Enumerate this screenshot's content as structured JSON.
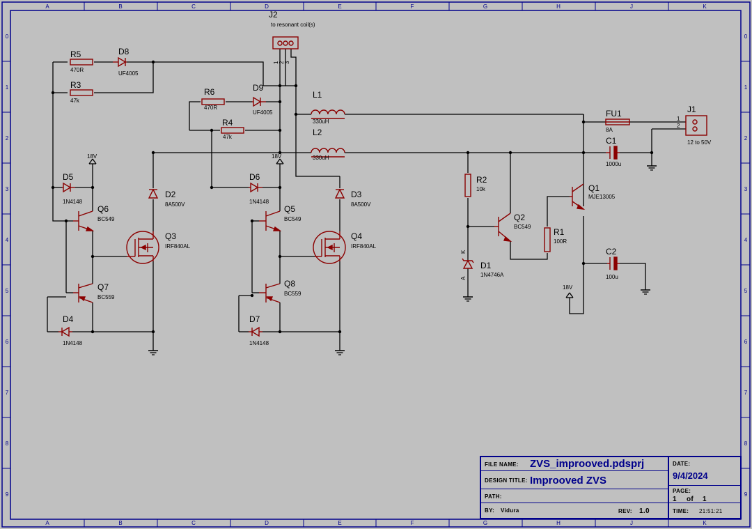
{
  "frame": {
    "columns": [
      "A",
      "B",
      "C",
      "D",
      "E",
      "F",
      "G",
      "H",
      "J",
      "K"
    ],
    "rows": [
      "0",
      "1",
      "2",
      "3",
      "4",
      "5",
      "6",
      "7",
      "8",
      "9"
    ]
  },
  "components": {
    "j2": {
      "ref": "J2",
      "desc": "to resonant coil(s)",
      "pins": [
        "1",
        "2",
        "3"
      ]
    },
    "r5": {
      "ref": "R5",
      "value": "470R"
    },
    "d8": {
      "ref": "D8",
      "value": "UF4005"
    },
    "r3": {
      "ref": "R3",
      "value": "47k"
    },
    "r6": {
      "ref": "R6",
      "value": "470R"
    },
    "d9": {
      "ref": "D9",
      "value": "UF4005"
    },
    "r4": {
      "ref": "R4",
      "value": "47k"
    },
    "l1": {
      "ref": "L1",
      "value": "330uH"
    },
    "l2": {
      "ref": "L2",
      "value": "330uH"
    },
    "fu1": {
      "ref": "FU1",
      "value": "8A"
    },
    "c1": {
      "ref": "C1",
      "value": "1000u"
    },
    "j1": {
      "ref": "J1",
      "value": "12 to 50V",
      "pins": [
        "1",
        "2"
      ]
    },
    "d5": {
      "ref": "D5",
      "value": "1N4148"
    },
    "q6": {
      "ref": "Q6",
      "value": "BC549"
    },
    "d2": {
      "ref": "D2",
      "value": "8A500V"
    },
    "q3": {
      "ref": "Q3",
      "value": "IRF840AL"
    },
    "q7": {
      "ref": "Q7",
      "value": "BC559"
    },
    "d4": {
      "ref": "D4",
      "value": "1N4148"
    },
    "d6": {
      "ref": "D6",
      "value": "1N4148"
    },
    "q5": {
      "ref": "Q5",
      "value": "BC549"
    },
    "d3": {
      "ref": "D3",
      "value": "8A500V"
    },
    "q4": {
      "ref": "Q4",
      "value": "IRF840AL"
    },
    "q8": {
      "ref": "Q8",
      "value": "BC559"
    },
    "d7": {
      "ref": "D7",
      "value": "1N4148"
    },
    "r2": {
      "ref": "R2",
      "value": "10k"
    },
    "q2": {
      "ref": "Q2",
      "value": "BC549"
    },
    "r1": {
      "ref": "R1",
      "value": "100R"
    },
    "q1": {
      "ref": "Q1",
      "value": "MJE13005"
    },
    "d1": {
      "ref": "D1",
      "value": "1N4746A",
      "pin_k": "K",
      "pin_a": "A"
    },
    "c2": {
      "ref": "C2",
      "value": "100u"
    }
  },
  "net_labels": {
    "v18_left": "18V",
    "v18_mid": "18V",
    "v18_right": "18V"
  },
  "title_block": {
    "file_name_label": "FILE NAME:",
    "file_name": "ZVS_improoved.pdsprj",
    "design_title_label": "DESIGN TITLE:",
    "design_title": "Improoved ZVS",
    "path_label": "PATH:",
    "by_label": "BY:",
    "by": "Vidura",
    "rev_label": "REV:",
    "rev": "1.0",
    "date_label": "DATE:",
    "date": "9/4/2024",
    "page_label": "PAGE:",
    "page": "1",
    "of": "of",
    "pages": "1",
    "time_label": "TIME:",
    "time": "21:51:21"
  },
  "colors": {
    "component": "#8b0000",
    "wire": "#000000",
    "frame": "#00008b",
    "background": "#c0c0c0"
  }
}
